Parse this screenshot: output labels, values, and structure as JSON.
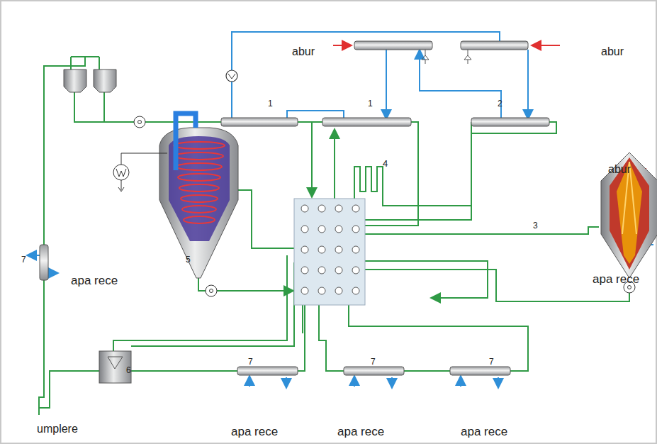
{
  "diagram": {
    "labels": [
      "abur",
      "abur",
      "1",
      "1",
      "2",
      "4",
      "abur",
      "3",
      "5",
      "7",
      "apa rece",
      "apa rece",
      "6",
      "7",
      "7",
      "7",
      "umplere",
      "apa rece",
      "apa rece",
      "apa rece"
    ]
  }
}
